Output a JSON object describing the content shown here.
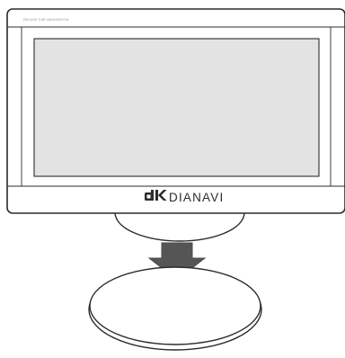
{
  "device": {
    "printed_note": "DELUXE CAR NAVIGATION",
    "brand": {
      "logo_mark": "DK",
      "name": "DIANAVI"
    }
  },
  "colors": {
    "outline": "#2b2b2b",
    "screen": "#e3e3e3",
    "arrow": "#555555"
  },
  "icons": [
    "brand-logo-icon",
    "down-arrow-icon"
  ]
}
